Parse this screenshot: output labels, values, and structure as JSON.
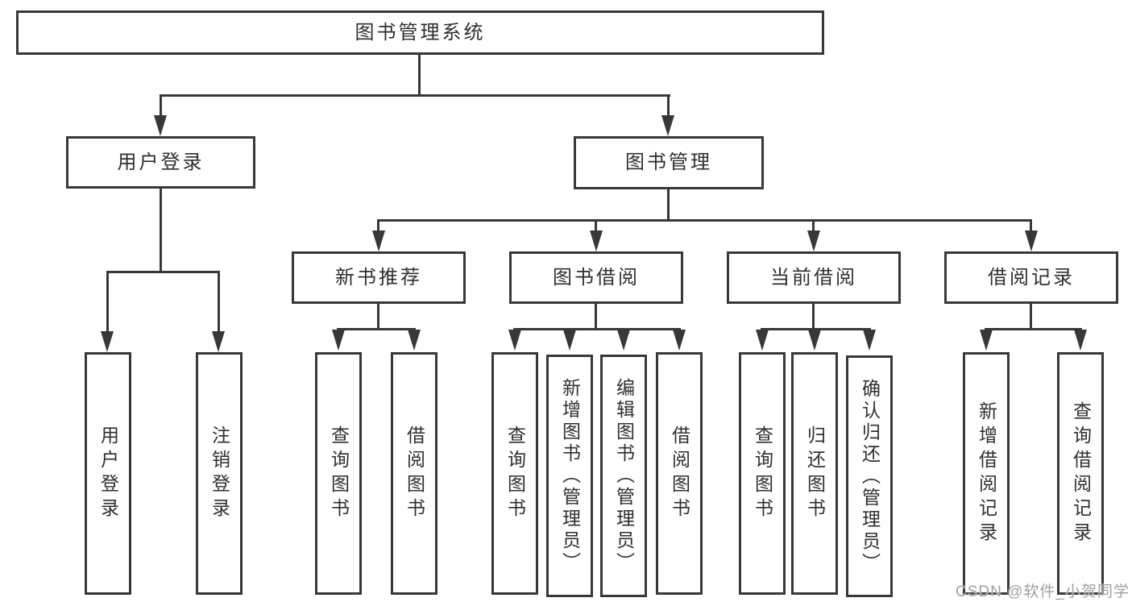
{
  "colors": {
    "line": "#383838",
    "text": "#2f2f2f",
    "watermark": "#a0a0a0",
    "background": "#ffffff"
  },
  "watermark": {
    "text": "CSDN @软件_小贺同学"
  },
  "tree": {
    "root": {
      "label": "图书管理系统"
    },
    "branches": [
      {
        "label": "用户登录",
        "children": [
          {
            "label": "用户登录"
          },
          {
            "label": "注销登录"
          }
        ]
      },
      {
        "label": "图书管理",
        "children": [
          {
            "label": "新书推荐",
            "children": [
              {
                "label": "查询图书"
              },
              {
                "label": "借阅图书"
              }
            ]
          },
          {
            "label": "图书借阅",
            "children": [
              {
                "label": "查询图书"
              },
              {
                "label": "新增图书（管理员）"
              },
              {
                "label": "编辑图书（管理员）"
              },
              {
                "label": "借阅图书"
              }
            ]
          },
          {
            "label": "当前借阅",
            "children": [
              {
                "label": "查询图书"
              },
              {
                "label": "归还图书"
              },
              {
                "label": "确认归还（管理员）"
              }
            ]
          },
          {
            "label": "借阅记录",
            "children": [
              {
                "label": "新增借阅记录"
              },
              {
                "label": "查询借阅记录"
              }
            ]
          }
        ]
      }
    ]
  }
}
